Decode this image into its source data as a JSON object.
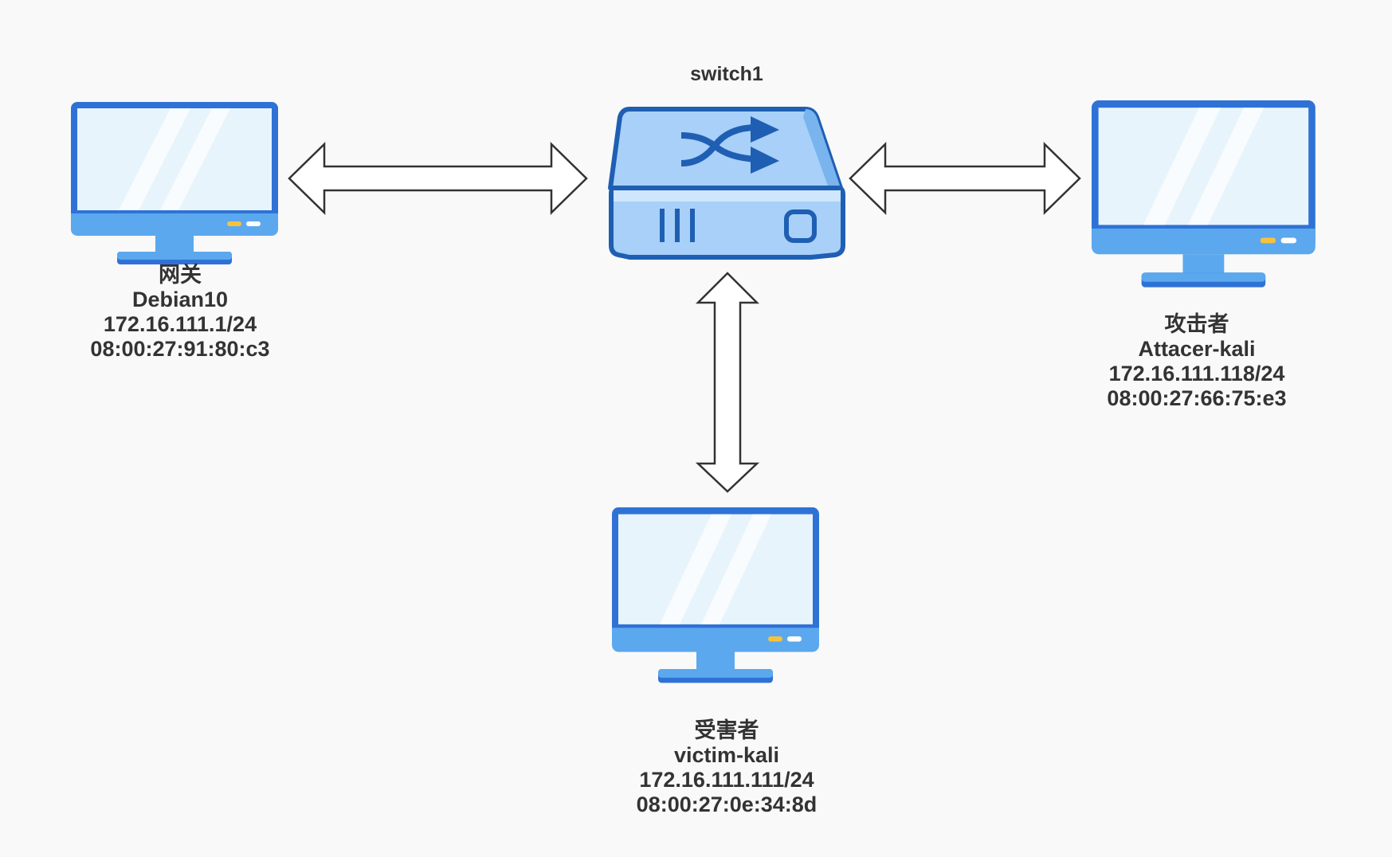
{
  "switch": {
    "name": "switch1"
  },
  "gateway": {
    "role": "网关",
    "hostname": "Debian10",
    "ip": "172.16.111.1/24",
    "mac": "08:00:27:91:80:c3"
  },
  "attacker": {
    "role": "攻击者",
    "hostname": "Attacer-kali",
    "ip": "172.16.111.118/24",
    "mac": "08:00:27:66:75:e3"
  },
  "victim": {
    "role": "受害者",
    "hostname": "victim-kali",
    "ip": "172.16.111.111/24",
    "mac": "08:00:27:0e:34:8d"
  },
  "colors": {
    "background": "#f9f9f9",
    "monitor_frame": "#2f72d6",
    "monitor_bezel": "#5ba8ee",
    "screen": "#e8f4fc",
    "switch_body": "#a8d0f8",
    "switch_outline": "#1f5fb3",
    "arrow_outline": "#333333",
    "text": "#333333"
  }
}
